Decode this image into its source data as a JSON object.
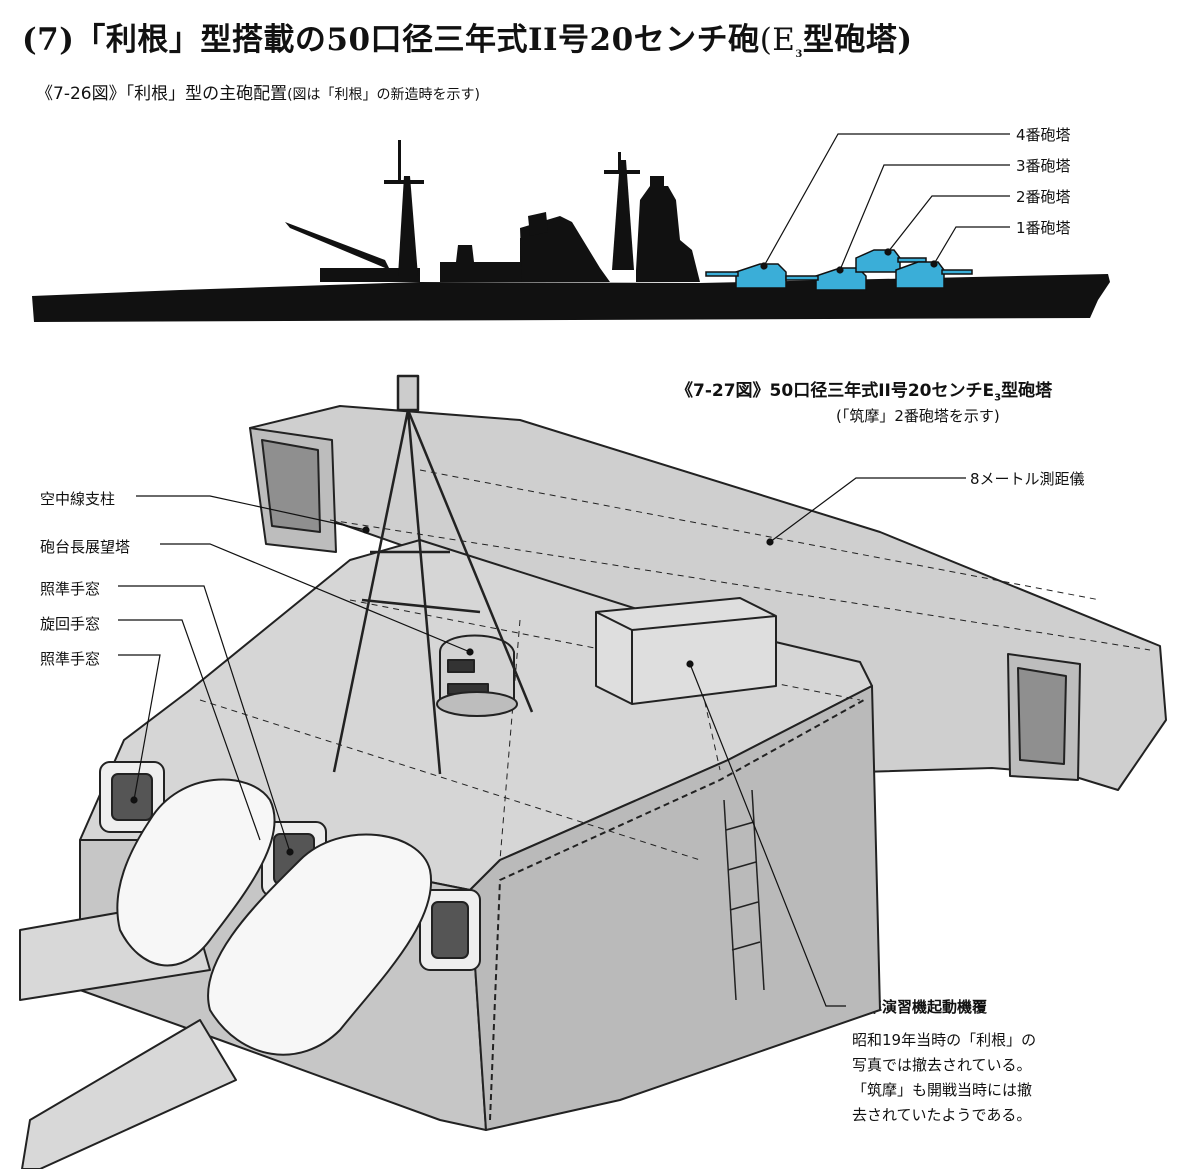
{
  "title": {
    "main": "(7)「利根」型搭載の50口径三年式II号20センチ砲",
    "paren": "(E",
    "sub": "3",
    "end": "型砲塔)"
  },
  "figure1": {
    "label": "《7-26図》「利根」型の主砲配置",
    "note": "(図は「利根」の新造時を示す)",
    "turrets": [
      "4番砲塔",
      "3番砲塔",
      "2番砲塔",
      "1番砲塔"
    ]
  },
  "figure2": {
    "label_pre": "《7-27図》50口径三年式II号20センチE",
    "label_sub": "3",
    "label_post": "型砲塔",
    "note": "(「筑摩」2番砲塔を示す)",
    "left_labels": [
      "空中線支柱",
      "砲台長展望塔",
      "照準手窓",
      "旋回手窓",
      "照準手窓"
    ],
    "right_label": "8メートル測距儀",
    "bottom_label": "照準演習機起動機覆",
    "caption_lines": [
      "昭和19年当時の「利根」の",
      "写真では撤去されている。",
      "「筑摩」も開戦当時には撤",
      "去されていたようである。"
    ]
  },
  "colors": {
    "turret_highlight": "#3aaed8",
    "ship": "#111111",
    "turret_body": "#cfcfcf",
    "line": "#222222"
  }
}
